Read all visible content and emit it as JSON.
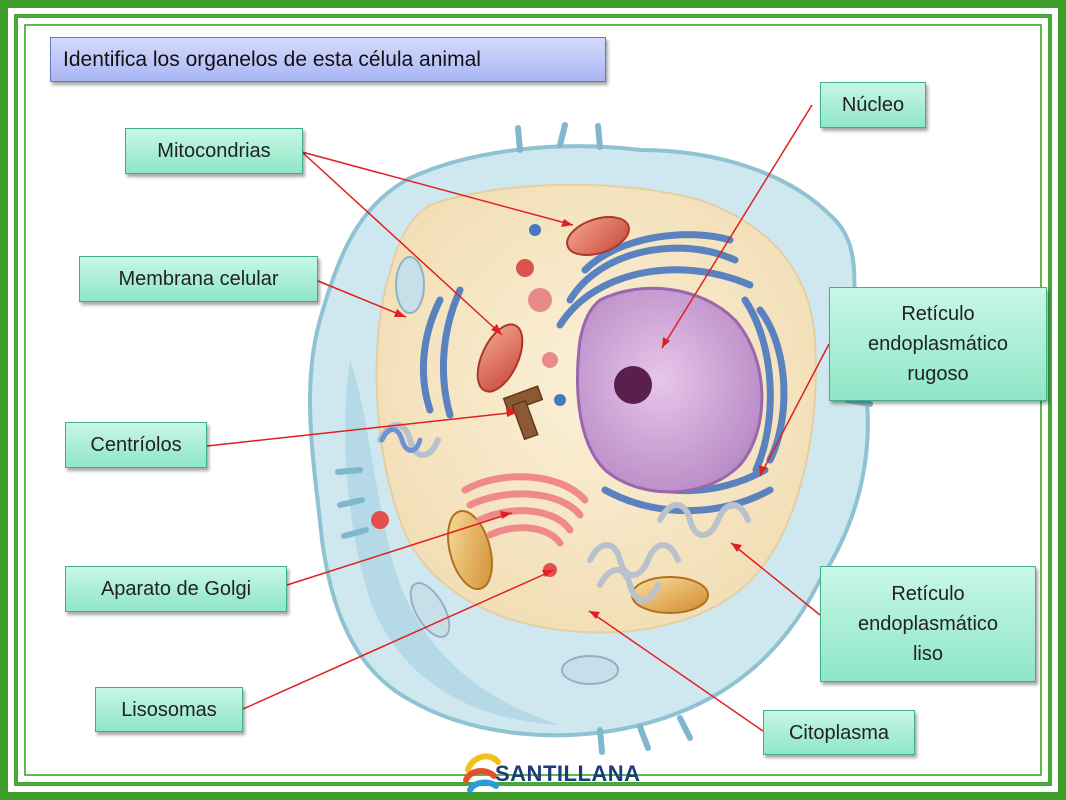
{
  "title": "Identifica los organelos de esta célula animal",
  "labels": {
    "nucleo": "Núcleo",
    "mitocondrias": "Mitocondrias",
    "membrana": "Membrana celular",
    "rer": "Retículo\nendoplasmático\nrugoso",
    "centriolos": "Centríolos",
    "golgi": "Aparato de Golgi",
    "rel": "Retículo\nendoplasmático\nliso",
    "lisosomas": "Lisosomas",
    "citoplasma": "Citoplasma"
  },
  "brand": "SANTILLANA",
  "colors": {
    "frame": "#3f9e2a",
    "title_bg": "#b8c2f7",
    "label_bg": "#a8efd4",
    "leader": "#e02020"
  }
}
